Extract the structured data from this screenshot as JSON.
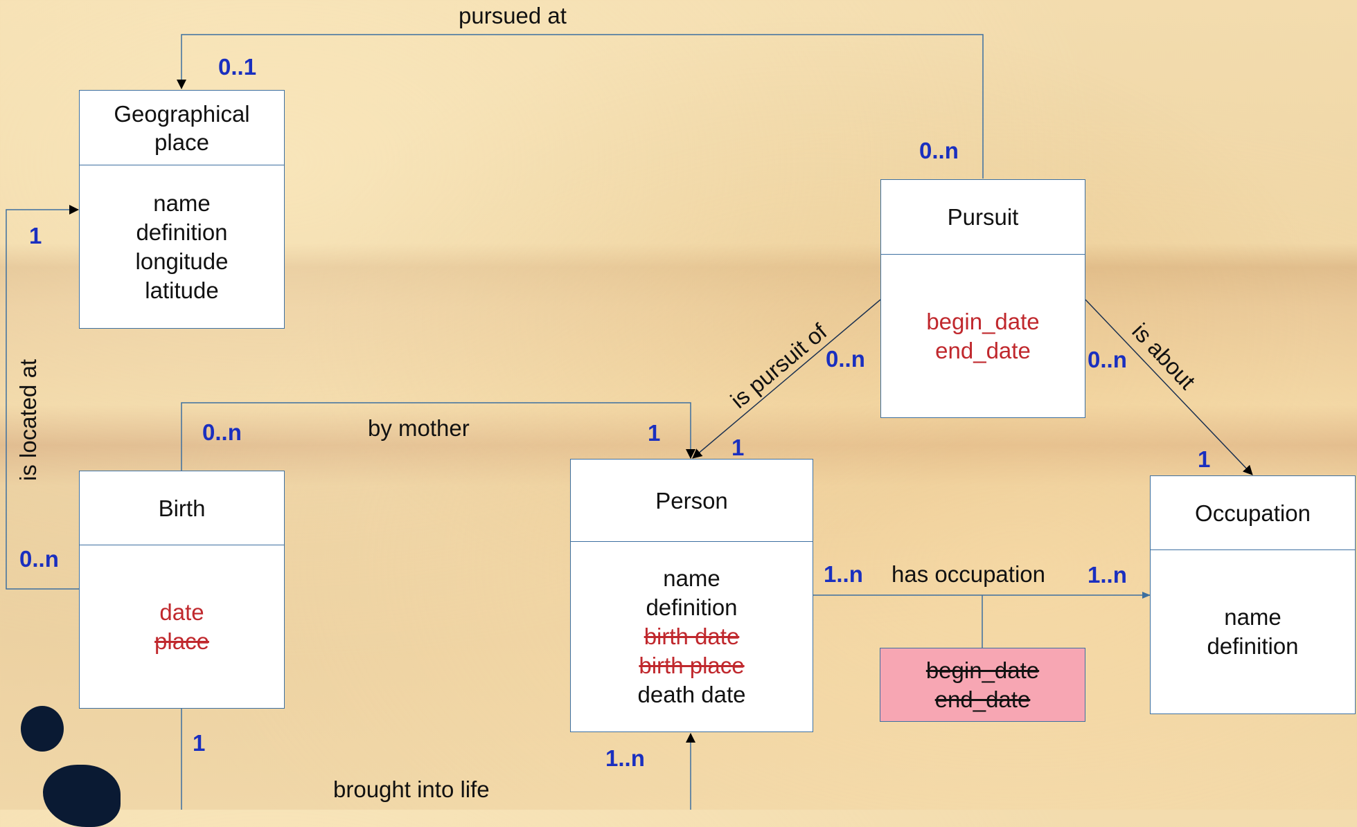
{
  "entities": {
    "geo": {
      "title_line1": "Geographical",
      "title_line2": "place",
      "attrs": [
        "name",
        "definition",
        "longitude",
        "latitude"
      ]
    },
    "pursuit": {
      "title": "Pursuit",
      "attrs": [
        "begin_date",
        "end_date"
      ]
    },
    "birth": {
      "title": "Birth",
      "attrs": [
        "date",
        "place"
      ]
    },
    "person": {
      "title": "Person",
      "attrs": [
        "name",
        "definition",
        "birth date",
        "birth place",
        "death date"
      ]
    },
    "occupation": {
      "title": "Occupation",
      "attrs": [
        "name",
        "definition"
      ]
    }
  },
  "association": {
    "attrs": [
      "begin_date",
      "end_date"
    ]
  },
  "relations": {
    "pursued_at": "pursued at",
    "is_located_at": "is located at",
    "is_pursuit_of": "is pursuit of",
    "is_about": "is about",
    "by_mother": "by mother",
    "has_occupation": "has occupation",
    "brought_into_life": "brought into life"
  },
  "multiplicities": {
    "geo_pursued": "0..1",
    "pursuit_pursued": "0..n",
    "geo_located": "1",
    "birth_located": "0..n",
    "pursuit_of_pursuit": "0..n",
    "person_pursuit": "1",
    "pursuit_about": "0..n",
    "occupation_about": "1",
    "birth_mother": "0..n",
    "person_mother": "1",
    "person_has": "1..n",
    "occupation_has": "1..n",
    "birth_brought": "1",
    "person_brought": "1..n"
  },
  "colors": {
    "line": "#3c6fa0",
    "multiplicity": "#1a2fbf",
    "deprecated": "#c0282d",
    "association_fill": "#f7a6b3"
  }
}
